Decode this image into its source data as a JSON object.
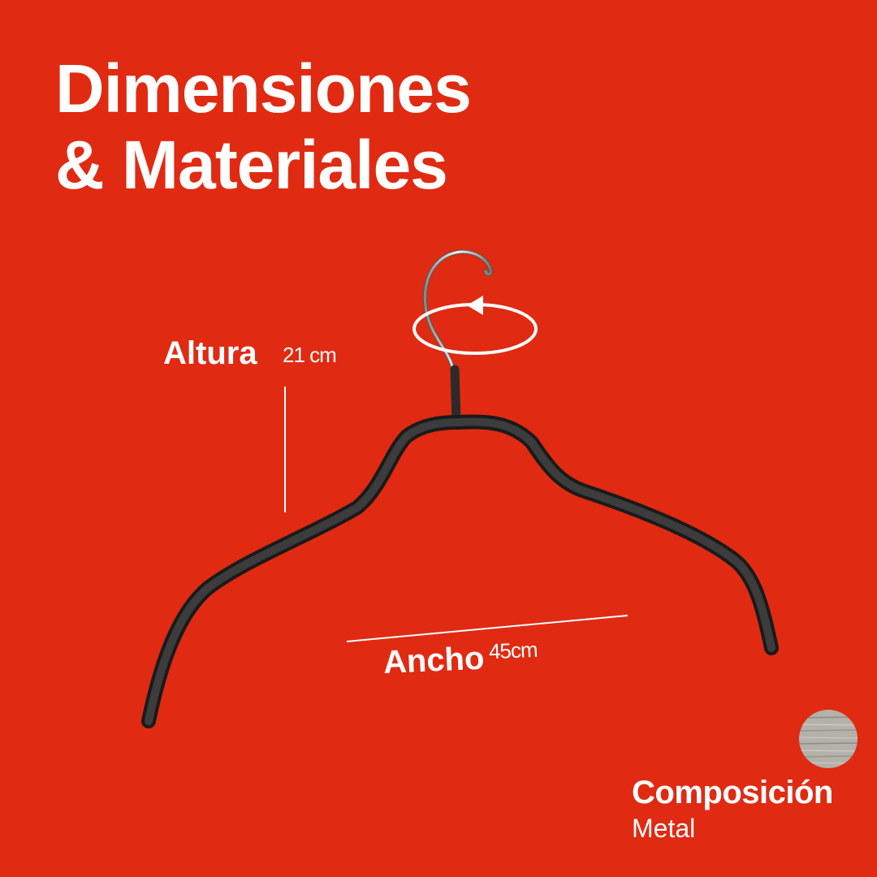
{
  "title": {
    "line1": "Dimensiones",
    "line2": "& Materiales"
  },
  "dimensions": {
    "height": {
      "label": "Altura",
      "value": "21 cm"
    },
    "width": {
      "label": "Ancho",
      "value": "45cm"
    }
  },
  "composition": {
    "label": "Composición",
    "value": "Metal"
  },
  "colors": {
    "background": "#e02a12",
    "text": "#ffffff",
    "hanger": "#2b2b2b",
    "hook": "#c9c9c9",
    "swatch": "#b4b1ab"
  },
  "icons": {
    "rotation": "rotate-360-arrow-icon",
    "material": "metal-swatch-icon"
  }
}
